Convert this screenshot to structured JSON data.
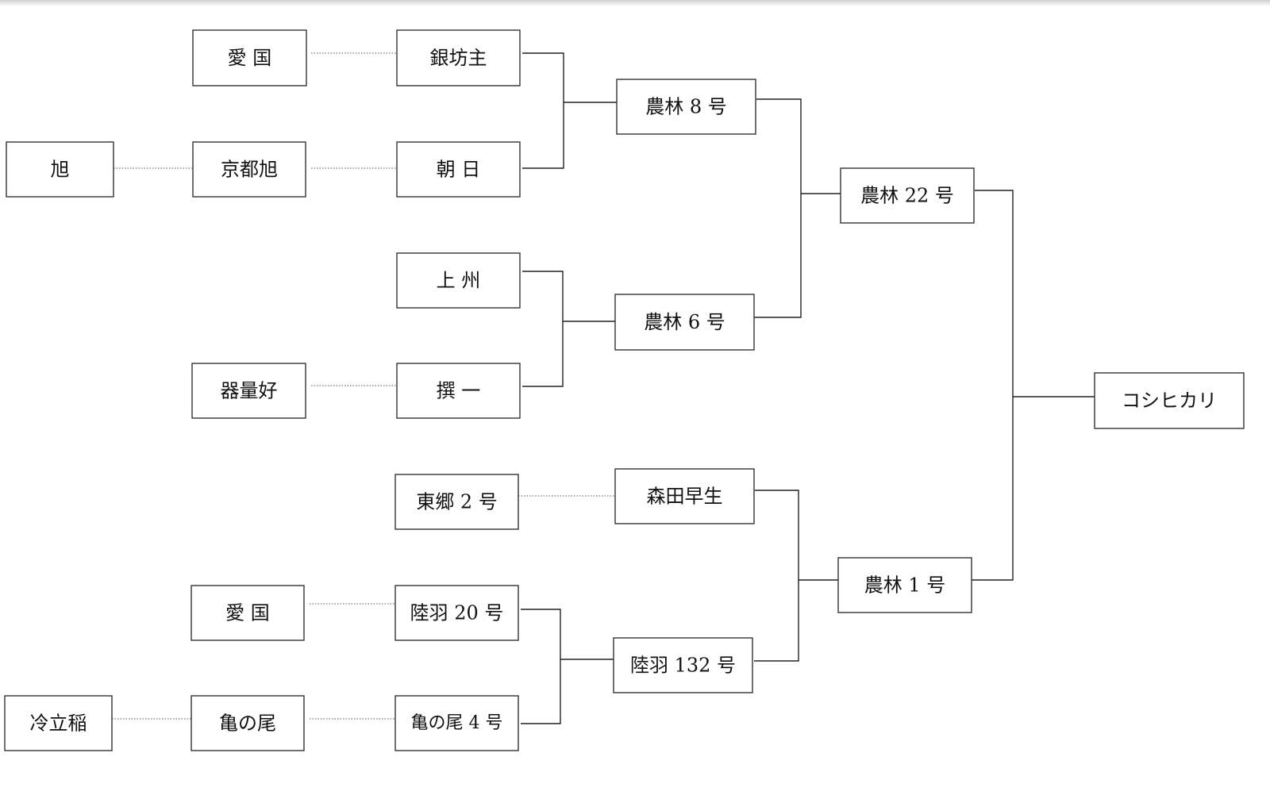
{
  "nodes": {
    "asahi": "旭",
    "aikoku_1": "愛 国",
    "kyoto_asahi": "京都旭",
    "ginbozu": "銀坊主",
    "asahi_2": "朝 日",
    "norin_8": "農林 8 号",
    "joshu": "上 州",
    "kiryoyoshi": "器量好",
    "senichi": "撰 一",
    "norin_6": "農林 6 号",
    "norin_22": "農林 22 号",
    "koshihikari": "コシヒカリ",
    "togo_2": "東郷 2 号",
    "morita_wase": "森田早生",
    "aikoku_2": "愛 国",
    "rikuu_20": "陸羽 20 号",
    "reiritsuine": "冷立稲",
    "kamenoo": "亀の尾",
    "kamenoo_4": "亀の尾 4 号",
    "rikuu_132": "陸羽 132 号",
    "norin_1": "農林 1 号"
  }
}
